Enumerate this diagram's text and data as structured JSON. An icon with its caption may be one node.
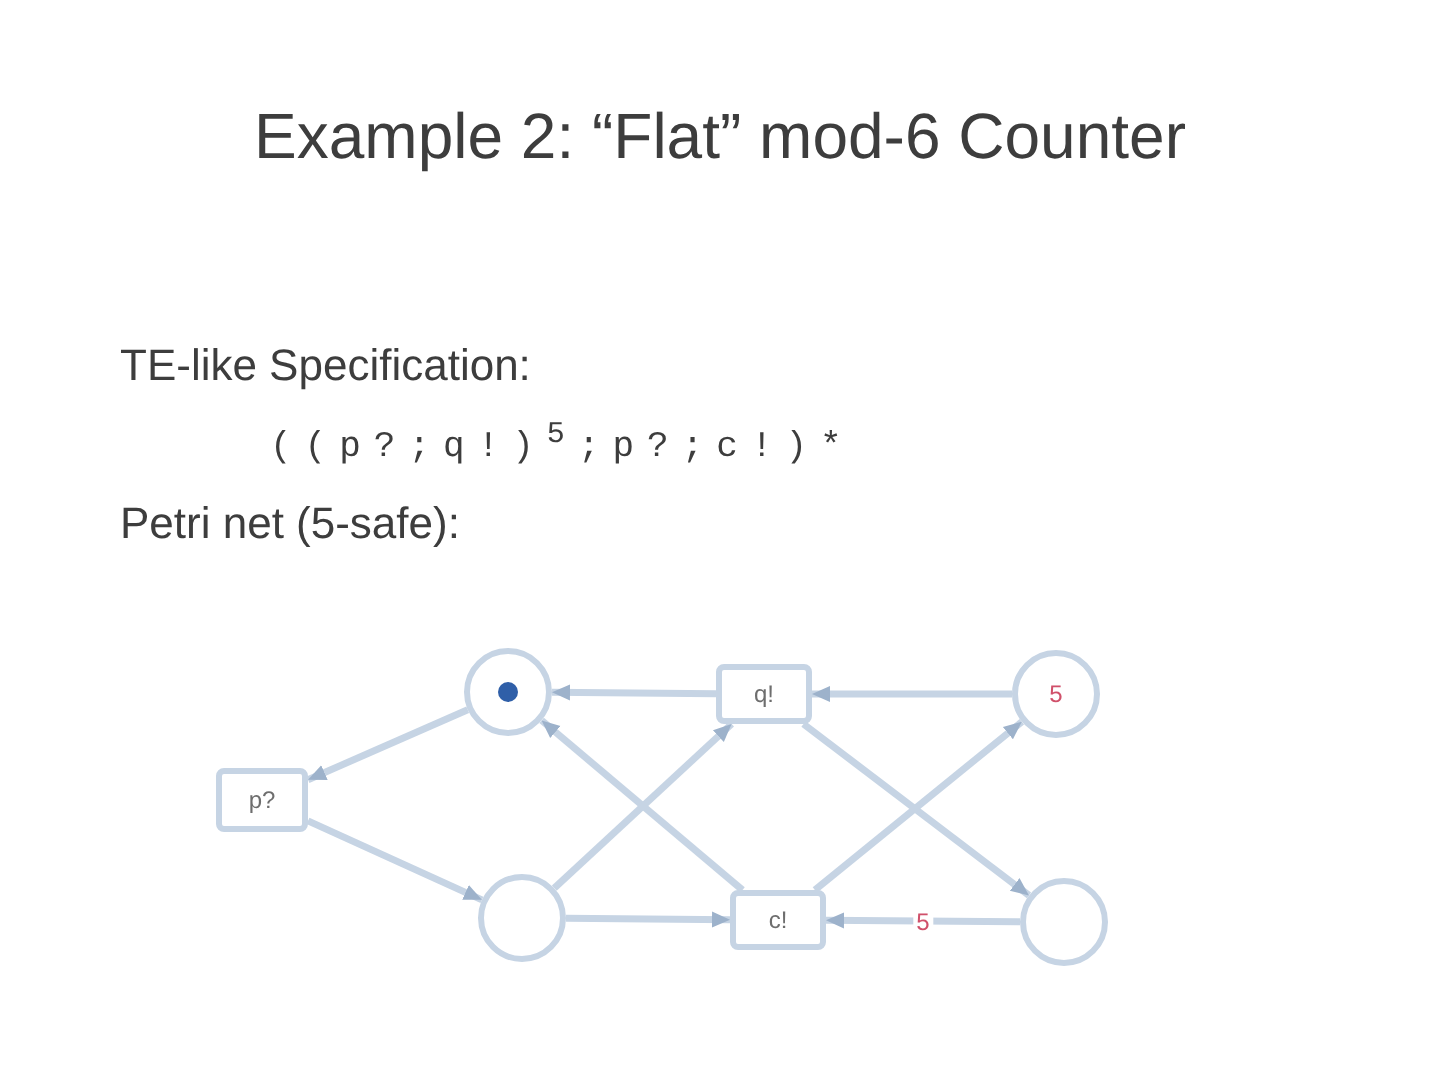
{
  "diagram": {
    "title": "Example 2: “Flat” mod-6 Counter",
    "nodes": [
      {
        "text": [],
        "shape": "circle"
      },
      {
        "text": [
          "q!"
        ]
      },
      {
        "text": [
          "5"
        ]
      },
      {
        "text": [
          "p?"
        ]
      },
      {
        "text": [],
        "shape": "circle"
      },
      {
        "text": [
          "c!"
        ]
      },
      {
        "text": [],
        "shape": "circle"
      }
    ],
    "edges": [
      {
        "from": 0,
        "to": 3,
        "arrow": "to"
      },
      {
        "from": 3,
        "to": 4,
        "arrow": "to"
      },
      {
        "from": 4,
        "to": 1,
        "arrow": "to"
      },
      {
        "from": 1,
        "to": 0,
        "arrow": "to"
      },
      {
        "from": 2,
        "to": 1,
        "arrow": "to"
      },
      {
        "from": 1,
        "to": 6,
        "arrow": "to"
      },
      {
        "from": 4,
        "to": 5,
        "arrow": "to"
      },
      {
        "from": 5,
        "to": 0,
        "arrow": "to"
      },
      {
        "from": 6,
        "to": 5,
        "arrow": "to",
        "label": "5"
      },
      {
        "from": 5,
        "to": 2,
        "arrow": "to"
      }
    ],
    "labels": [
      "TE-like Specification:",
      "((p?;q!)$^{5}$;p?;c!)*",
      "Petri net (5-safe):"
    ]
  }
}
